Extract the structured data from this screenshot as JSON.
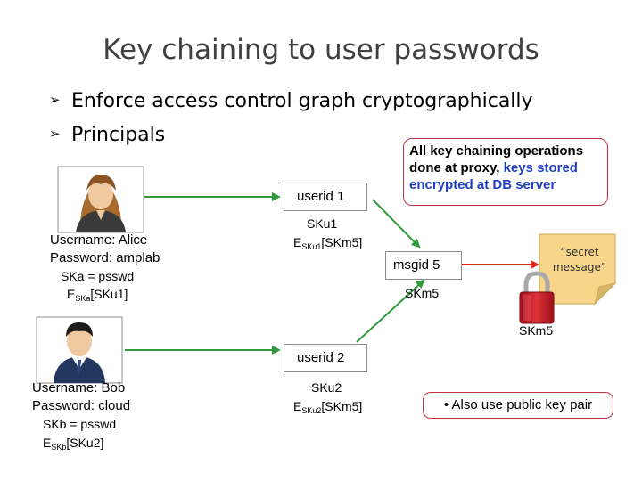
{
  "title": "Key chaining to user passwords",
  "bullets": [
    {
      "marker": "➢",
      "text": "Enforce access control graph cryptographically"
    },
    {
      "marker": "➢",
      "text": "Principals"
    }
  ],
  "callout": {
    "line1": "All key chaining operations",
    "line2": "done at proxy,",
    "line2_blue": "keys stored",
    "line3_blue": "encrypted at DB server"
  },
  "alice": {
    "username": "Username: Alice",
    "password": "Password: amplab",
    "key": "SKa = psswd",
    "enc_prefix": "E",
    "enc_sub": "SKa",
    "enc_body": "[SKu1]"
  },
  "bob": {
    "username": "Username: Bob",
    "password": "Password: cloud",
    "key": "SKb = psswd",
    "enc_prefix": "E",
    "enc_sub": "SKb",
    "enc_body": "[SKu2]"
  },
  "user1": {
    "label": "userid 1",
    "key": "SKu1",
    "enc_prefix": "E",
    "enc_sub": "SKu1",
    "enc_body": "[SKm5]"
  },
  "user2": {
    "label": "userid 2",
    "key": "SKu2",
    "enc_prefix": "E",
    "enc_sub": "SKu2",
    "enc_body": "[SKm5]"
  },
  "msg": {
    "label": "msgid  5",
    "key": "SKm5"
  },
  "note": {
    "line1": "“secret",
    "line2": "message”"
  },
  "lock_key": "SKm5",
  "public_key": "• Also use public key pair",
  "colors": {
    "arrow_green": "#2e9a3a",
    "arrow_red": "#e0261e",
    "callout_border": "#c03040",
    "callout_blue": "#1f3fbf",
    "note_fill": "#f7d58a",
    "lock_red": "#c8202a"
  }
}
